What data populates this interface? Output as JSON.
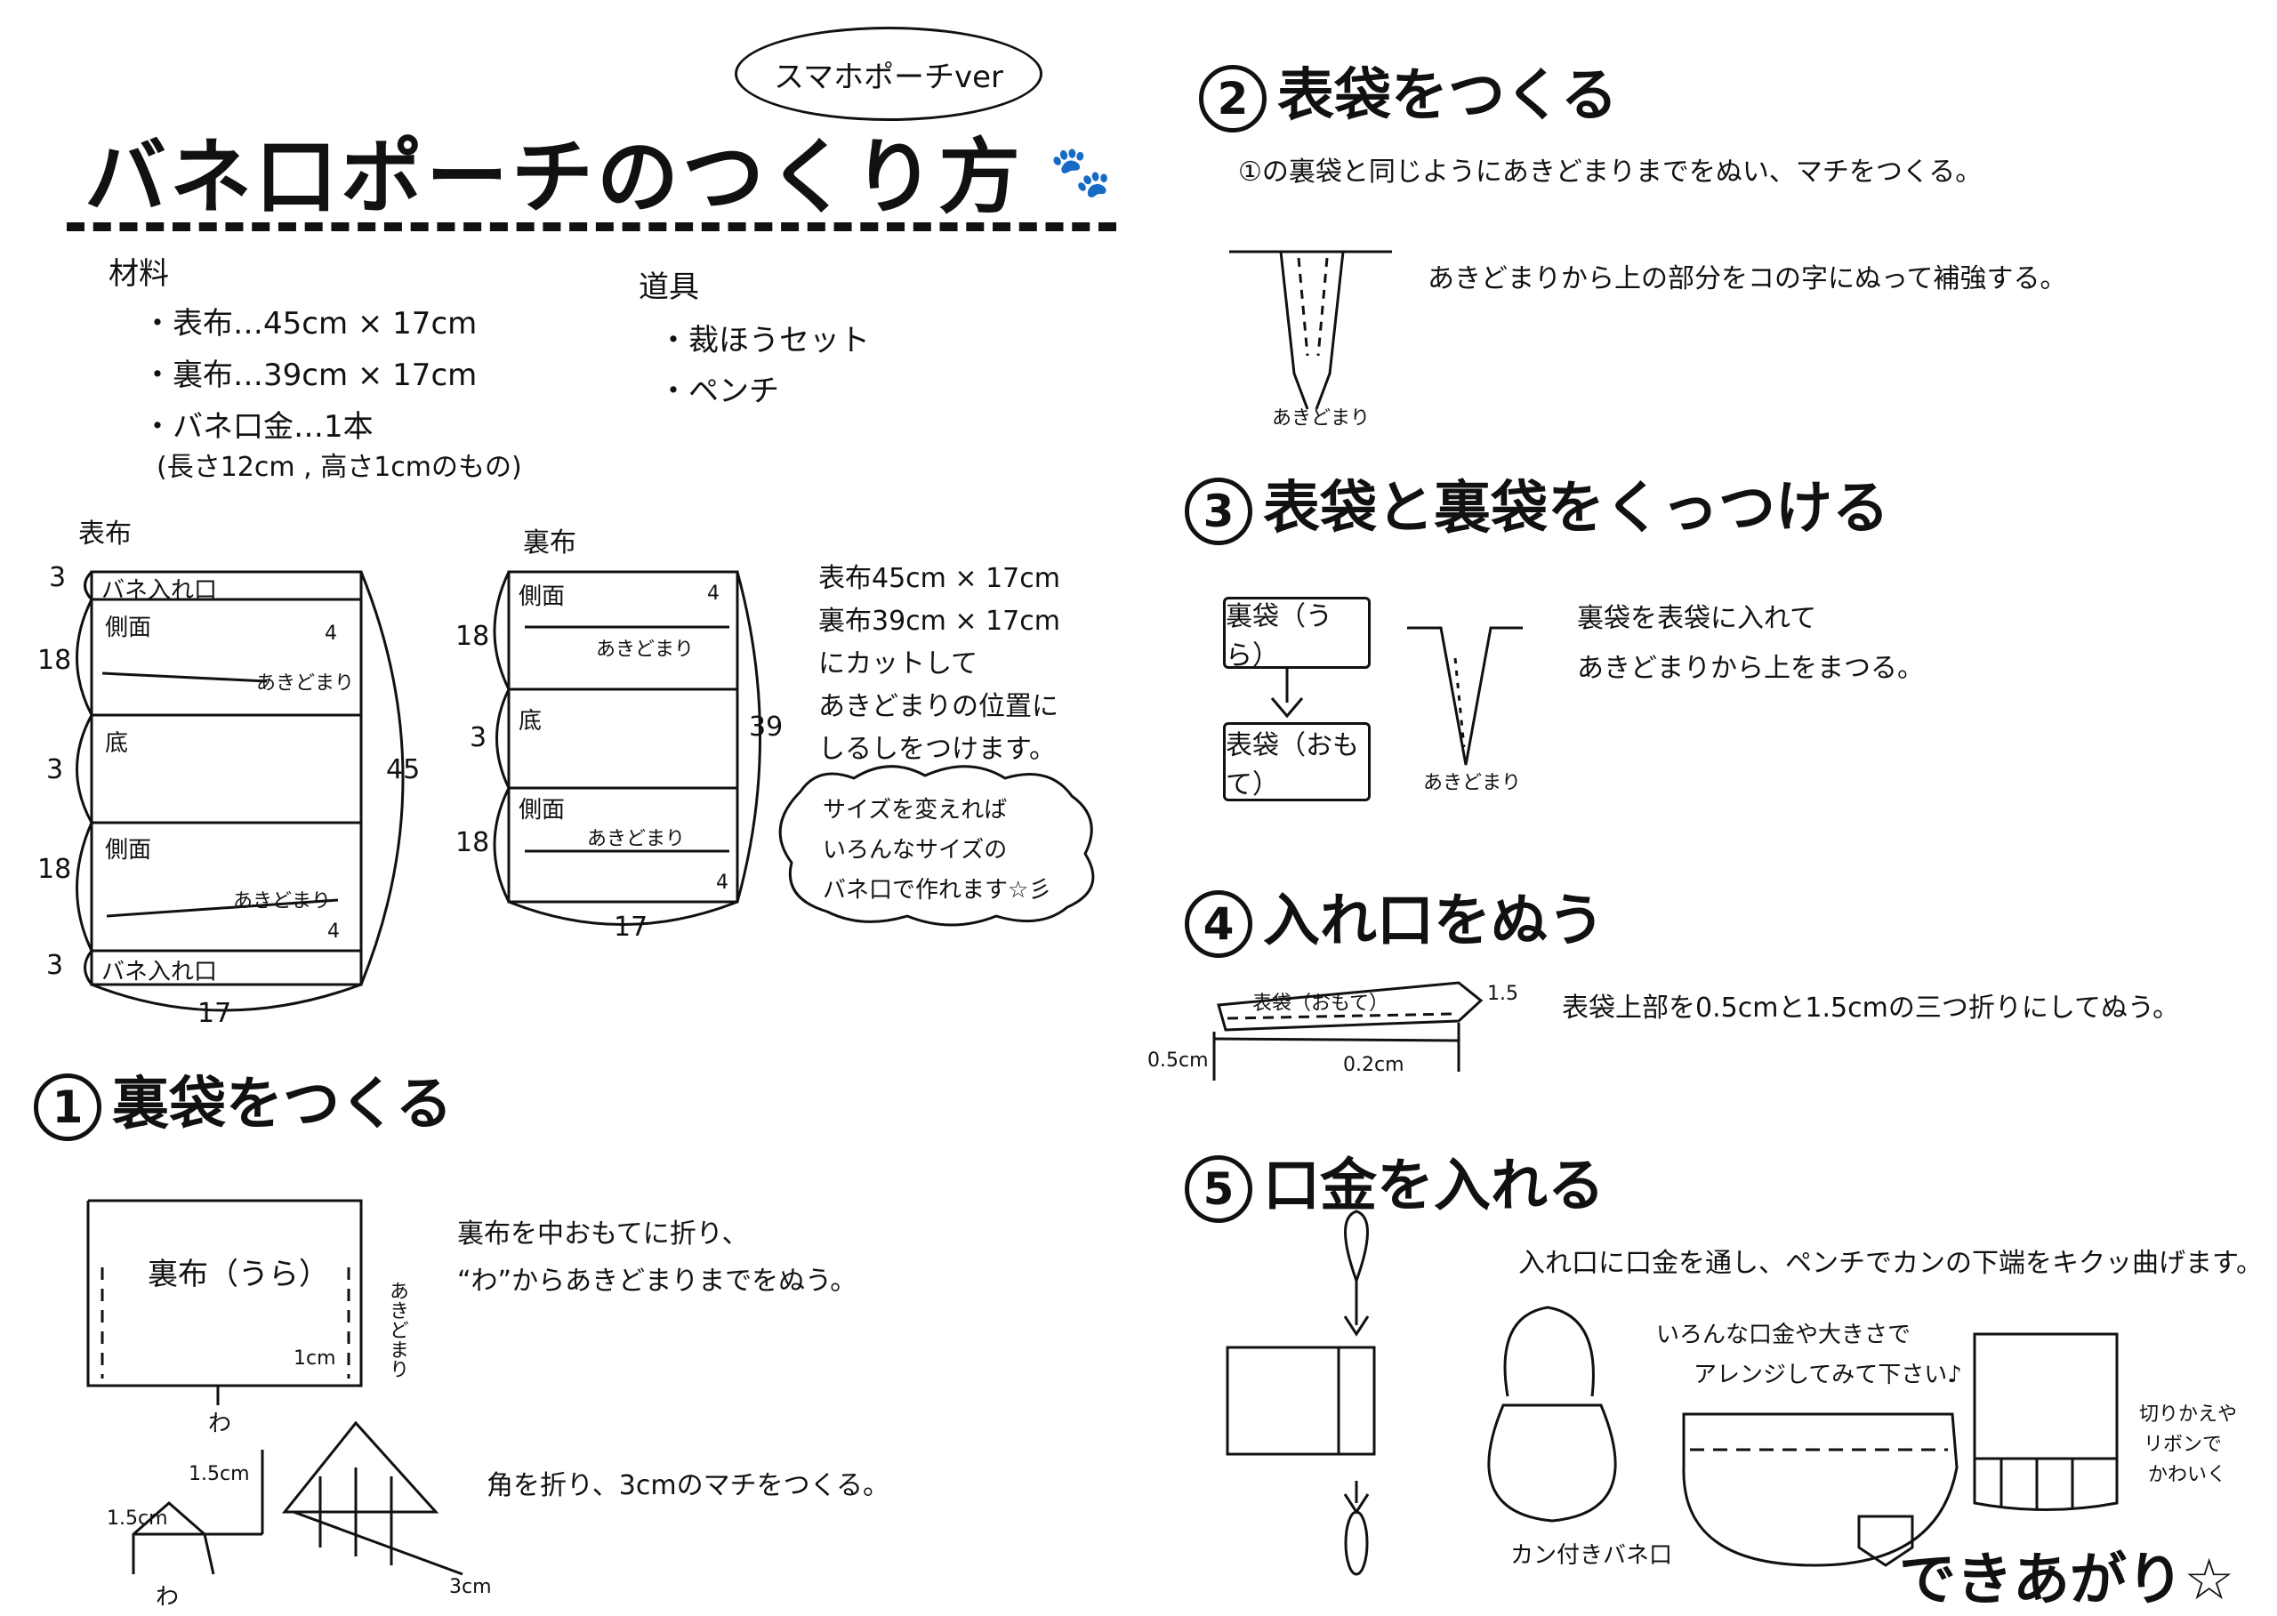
{
  "header": {
    "bubble": "スマホポーチver",
    "title": "バネ口ポーチのつくり方",
    "paw": "🐾"
  },
  "materials": {
    "heading": "材料",
    "items": [
      "・表布…45cm × 17cm",
      "・裏布…39cm × 17cm",
      "・バネ口金…1本"
    ],
    "note": "(長さ12cm , 高さ1cmのもの)"
  },
  "tools": {
    "heading": "道具",
    "items": [
      "・裁ほうセット",
      "・ペンチ"
    ]
  },
  "outer_fabric": {
    "label": "表布",
    "sections": [
      "バネ入れ口",
      "側面",
      "底",
      "側面",
      "バネ入れ口"
    ],
    "dims": [
      "3",
      "18",
      "3",
      "18",
      "3"
    ],
    "total": "45",
    "width": "17",
    "corner": "4",
    "stop": "あきどまり"
  },
  "lining_fabric": {
    "label": "裏布",
    "sections": [
      "側面",
      "底",
      "側面"
    ],
    "dims": [
      "18",
      "3",
      "18"
    ],
    "total": "39",
    "width": "17",
    "corner": "4",
    "stop": "あきどまり"
  },
  "cut_note": [
    "表布45cm × 17cm",
    "裏布39cm × 17cm",
    "にカットして",
    "あきどまりの位置に",
    "しるしをつけます。"
  ],
  "cloud_note": [
    "サイズを変えれば",
    "いろんなサイズの",
    "バネ口で作れます☆彡"
  ],
  "steps": [
    {
      "num": "1",
      "title": "裏袋をつくる",
      "diagram_label": "裏布（うら）",
      "side_label": "あきどまり",
      "small": "1cm",
      "fold": "わ",
      "text": [
        "裏布を中おもてに折り、",
        "“わ”からあきどまりまでをぬう。"
      ],
      "gusset_labels": [
        "1.5cm",
        "1.5cm",
        "3cm",
        "わ"
      ],
      "gusset_text": "角を折り、3cmのマチをつくる。"
    },
    {
      "num": "2",
      "title": "表袋をつくる",
      "text": "①の裏袋と同じようにあきどまりまでをぬい、マチをつくる。",
      "diagram_label": "あきどまり",
      "diagram_text": "あきどまりから上の部分をコの字にぬって補強する。"
    },
    {
      "num": "3",
      "title": "表袋と裏袋をくっつける",
      "box_inner": "裏袋（うら）",
      "box_outer": "表袋（おもて）",
      "diagram_label": "あきどまり",
      "text": [
        "裏袋を表袋に入れて",
        "あきどまりから上をまつる。"
      ]
    },
    {
      "num": "4",
      "title": "入れ口をぬう",
      "strip_label": "表袋（おもて）",
      "dims": [
        "1.5",
        "0.5cm",
        "0.2cm"
      ],
      "text": "表袋上部を0.5cmと1.5cmの三つ折りにしてぬう。"
    },
    {
      "num": "5",
      "title": "口金を入れる",
      "text": "入れ口に口金を通し、ペンチでカンの下端をキクッ曲げます。",
      "arrange": [
        "いろんな口金や大きさで",
        "アレンジしてみて下さい♪"
      ],
      "ribbon": [
        "切りかえや",
        "リボンで",
        "かわいく"
      ],
      "kan": "カン付きバネ口",
      "done": "できあがり☆"
    }
  ]
}
